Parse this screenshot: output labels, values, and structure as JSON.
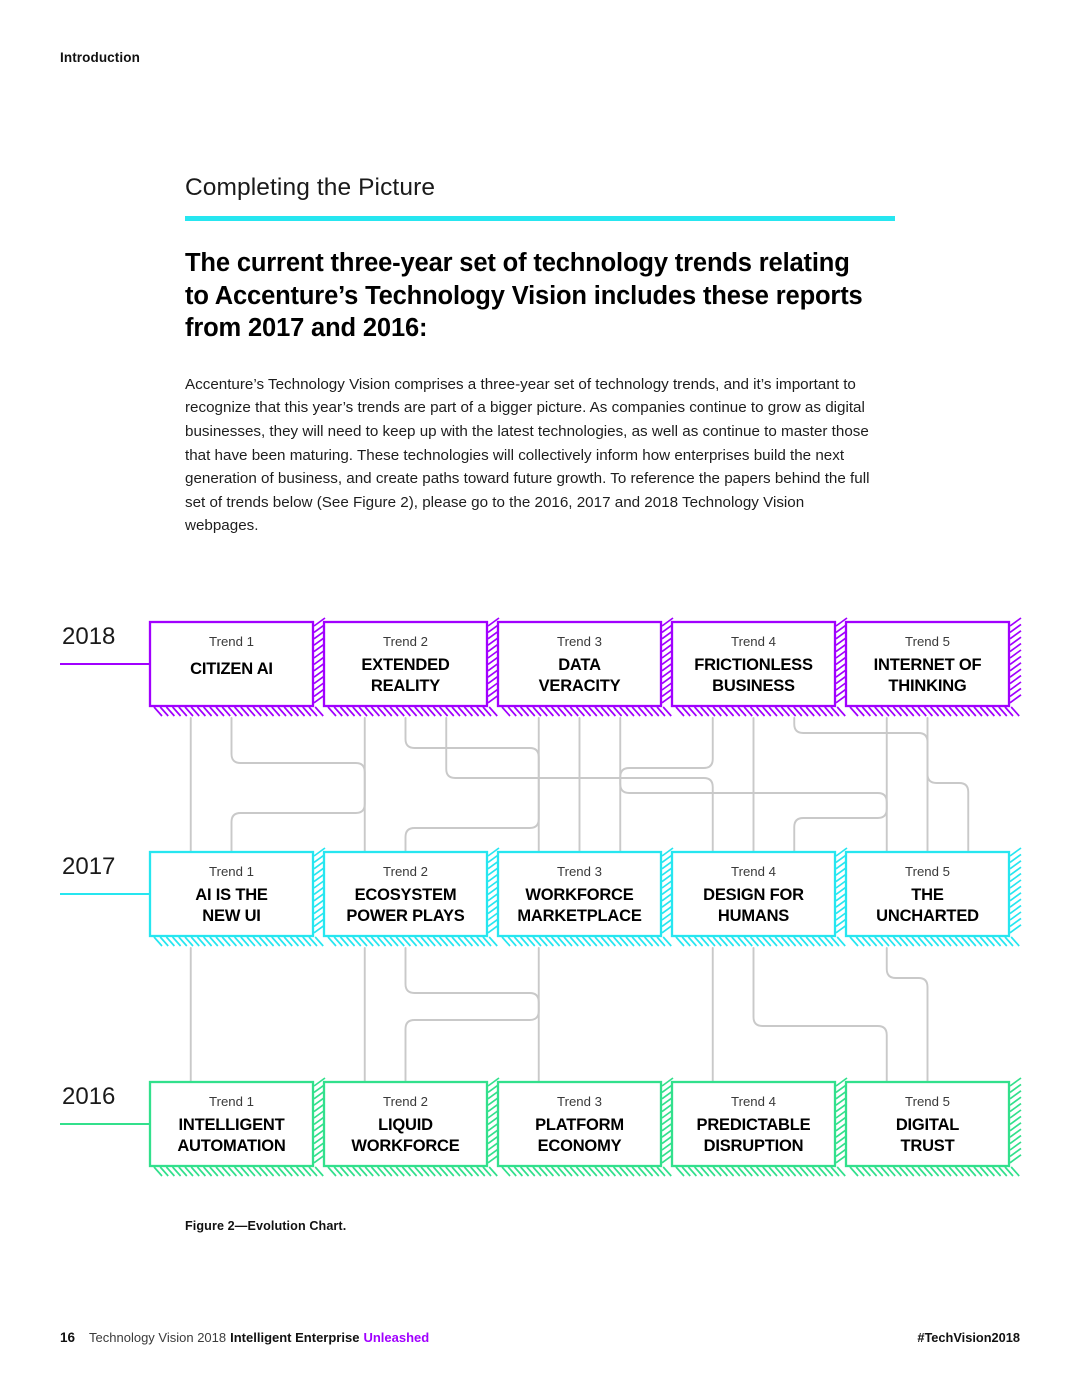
{
  "running_head": "Introduction",
  "section": {
    "kicker": "Completing the Picture",
    "headline": "The current three-year set of technology trends relating to Accenture’s Technology Vision includes these reports from 2017 and 2016:",
    "body": "Accenture’s Technology Vision comprises a three-year set of technology trends, and it’s important to recognize that this year’s trends are part of a bigger picture. As companies continue to grow as digital businesses, they will need to keep up with the latest technologies, as well as continue to master those that have been maturing. These technologies will collectively inform how enterprises build the next generation of business, and create paths toward future growth. To reference the papers behind the full set of trends below (See Figure 2), please go to the 2016, 2017 and 2018 Technology Vision webpages."
  },
  "figure": {
    "caption": "Figure 2—Evolution Chart."
  },
  "colors": {
    "purple": "#a100ff",
    "cyan": "#26e6f0",
    "green": "#32e08c",
    "connector_gray": "#c9c9c9",
    "text": "#000000"
  },
  "chart_data": {
    "type": "diagram",
    "title": "Evolution Chart",
    "subtype": "three-year technology trend evolution grid",
    "rows": [
      {
        "year": "2018",
        "accent": "#a100ff",
        "trends": [
          {
            "num": "Trend 1",
            "name_lines": [
              "CITIZEN AI"
            ]
          },
          {
            "num": "Trend 2",
            "name_lines": [
              "EXTENDED",
              "REALITY"
            ]
          },
          {
            "num": "Trend 3",
            "name_lines": [
              "DATA",
              "VERACITY"
            ]
          },
          {
            "num": "Trend 4",
            "name_lines": [
              "FRICTIONLESS",
              "BUSINESS"
            ]
          },
          {
            "num": "Trend 5",
            "name_lines": [
              "INTERNET OF",
              "THINKING"
            ]
          }
        ]
      },
      {
        "year": "2017",
        "accent": "#26e6f0",
        "trends": [
          {
            "num": "Trend 1",
            "name_lines": [
              "AI IS THE",
              "NEW UI"
            ]
          },
          {
            "num": "Trend 2",
            "name_lines": [
              "ECOSYSTEM",
              "POWER PLAYS"
            ]
          },
          {
            "num": "Trend 3",
            "name_lines": [
              "WORKFORCE",
              "MARKETPLACE"
            ]
          },
          {
            "num": "Trend 4",
            "name_lines": [
              "DESIGN FOR",
              "HUMANS"
            ]
          },
          {
            "num": "Trend 5",
            "name_lines": [
              "THE",
              "UNCHARTED"
            ]
          }
        ]
      },
      {
        "year": "2016",
        "accent": "#32e08c",
        "trends": [
          {
            "num": "Trend 1",
            "name_lines": [
              "INTELLIGENT",
              "AUTOMATION"
            ]
          },
          {
            "num": "Trend 2",
            "name_lines": [
              "LIQUID",
              "WORKFORCE"
            ]
          },
          {
            "num": "Trend 3",
            "name_lines": [
              "PLATFORM",
              "ECONOMY"
            ]
          },
          {
            "num": "Trend 4",
            "name_lines": [
              "PREDICTABLE",
              "DISRUPTION"
            ]
          },
          {
            "num": "Trend 5",
            "name_lines": [
              "DIGITAL",
              "TRUST"
            ]
          }
        ]
      }
    ],
    "legend": [],
    "notes": "Gray rounded orthogonal connector lines link 2018 trends down to related 2017 trends, and 2017 trends down to related 2016 trends."
  },
  "footer": {
    "page": "16",
    "plain": "Technology Vision 2018",
    "bold": "Intelligent Enterprise",
    "accent": "Unleashed",
    "hashtag": "#TechVision2018"
  }
}
